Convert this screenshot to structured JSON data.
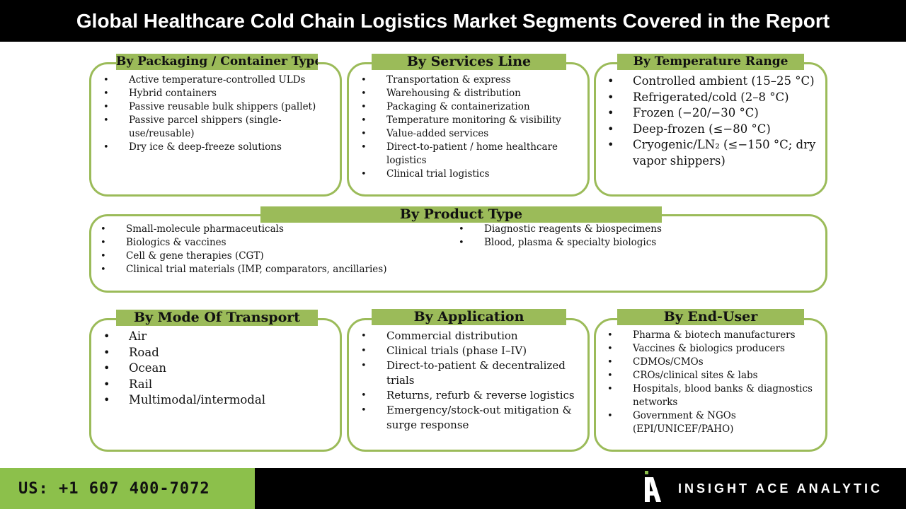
{
  "header": {
    "title": "Global Healthcare Cold Chain Logistics Market Segments Covered in the Report"
  },
  "segments": {
    "packaging": {
      "title": "By Packaging / Container Type",
      "items": [
        "Active temperature-controlled ULDs",
        "Hybrid containers",
        "Passive reusable bulk shippers (pallet)",
        "Passive parcel shippers (single-use/reusable)",
        "Dry ice & deep-freeze solutions"
      ]
    },
    "services": {
      "title": "By Services Line",
      "items": [
        "Transportation & express",
        "Warehousing & distribution",
        "Packaging & containerization",
        "Temperature monitoring & visibility",
        "Value-added services",
        "Direct-to-patient / home healthcare logistics",
        "Clinical trial logistics"
      ]
    },
    "temperature": {
      "title": "By Temperature Range",
      "items": [
        "Controlled ambient (15–25 °C)",
        "Refrigerated/cold (2–8 °C)",
        "Frozen (−20/−30 °C)",
        "Deep-frozen (≤−80 °C)",
        "Cryogenic/LN₂ (≤−150 °C; dry vapor shippers)"
      ]
    },
    "product": {
      "title": "By Product Type",
      "items_left": [
        "Small-molecule pharmaceuticals",
        "Biologics & vaccines",
        "Cell & gene therapies (CGT)",
        "Clinical trial materials (IMP, comparators, ancillaries)"
      ],
      "items_right": [
        "Diagnostic reagents & biospecimens",
        "Blood, plasma & specialty biologics"
      ]
    },
    "transport": {
      "title": "By Mode Of Transport",
      "items": [
        "Air",
        "Road",
        "Ocean",
        "Rail",
        "Multimodal/intermodal"
      ]
    },
    "application": {
      "title": "By Application",
      "items": [
        "Commercial distribution",
        "Clinical trials (phase I–IV)",
        "Direct-to-patient & decentralized trials",
        "Returns, refurb & reverse logistics",
        "Emergency/stock-out mitigation & surge response"
      ]
    },
    "enduser": {
      "title": "By End-User",
      "items": [
        "Pharma & biotech manufacturers",
        "Vaccines & biologics producers",
        "CDMOs/CMOs",
        "CROs/clinical sites & labs",
        "Hospitals, blood banks & diagnostics networks",
        "Government & NGOs (EPI/UNICEF/PAHO)"
      ]
    }
  },
  "footer": {
    "phone": "US: +1 607 400-7072",
    "brand": "INSIGHT ACE ANALYTIC"
  },
  "colors": {
    "accent": "#9bbb59",
    "footer_green": "#8cc04b",
    "bar": "#000000"
  },
  "icons": {
    "logo": "insight-ace-logo-icon"
  }
}
